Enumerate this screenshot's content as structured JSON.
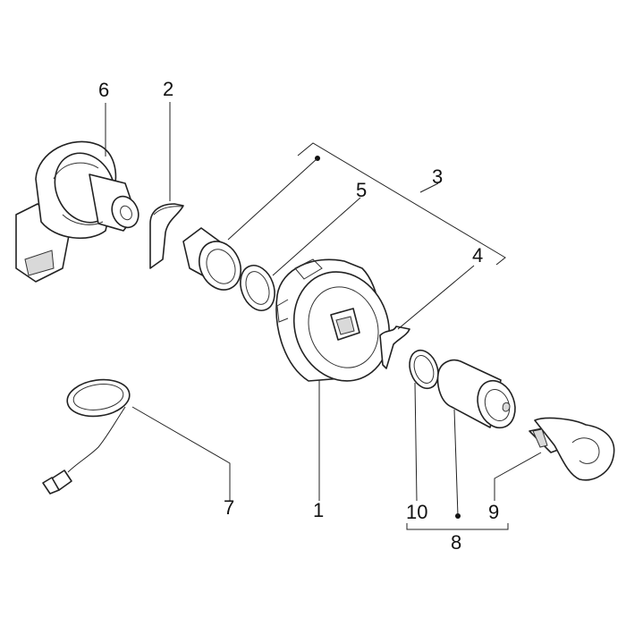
{
  "diagram": {
    "labels": {
      "p1": "1",
      "p2": "2",
      "p3": "3",
      "p4": "4",
      "p5": "5",
      "p6": "6",
      "p7": "7",
      "p8": "8",
      "p9": "9",
      "p10": "10"
    }
  }
}
